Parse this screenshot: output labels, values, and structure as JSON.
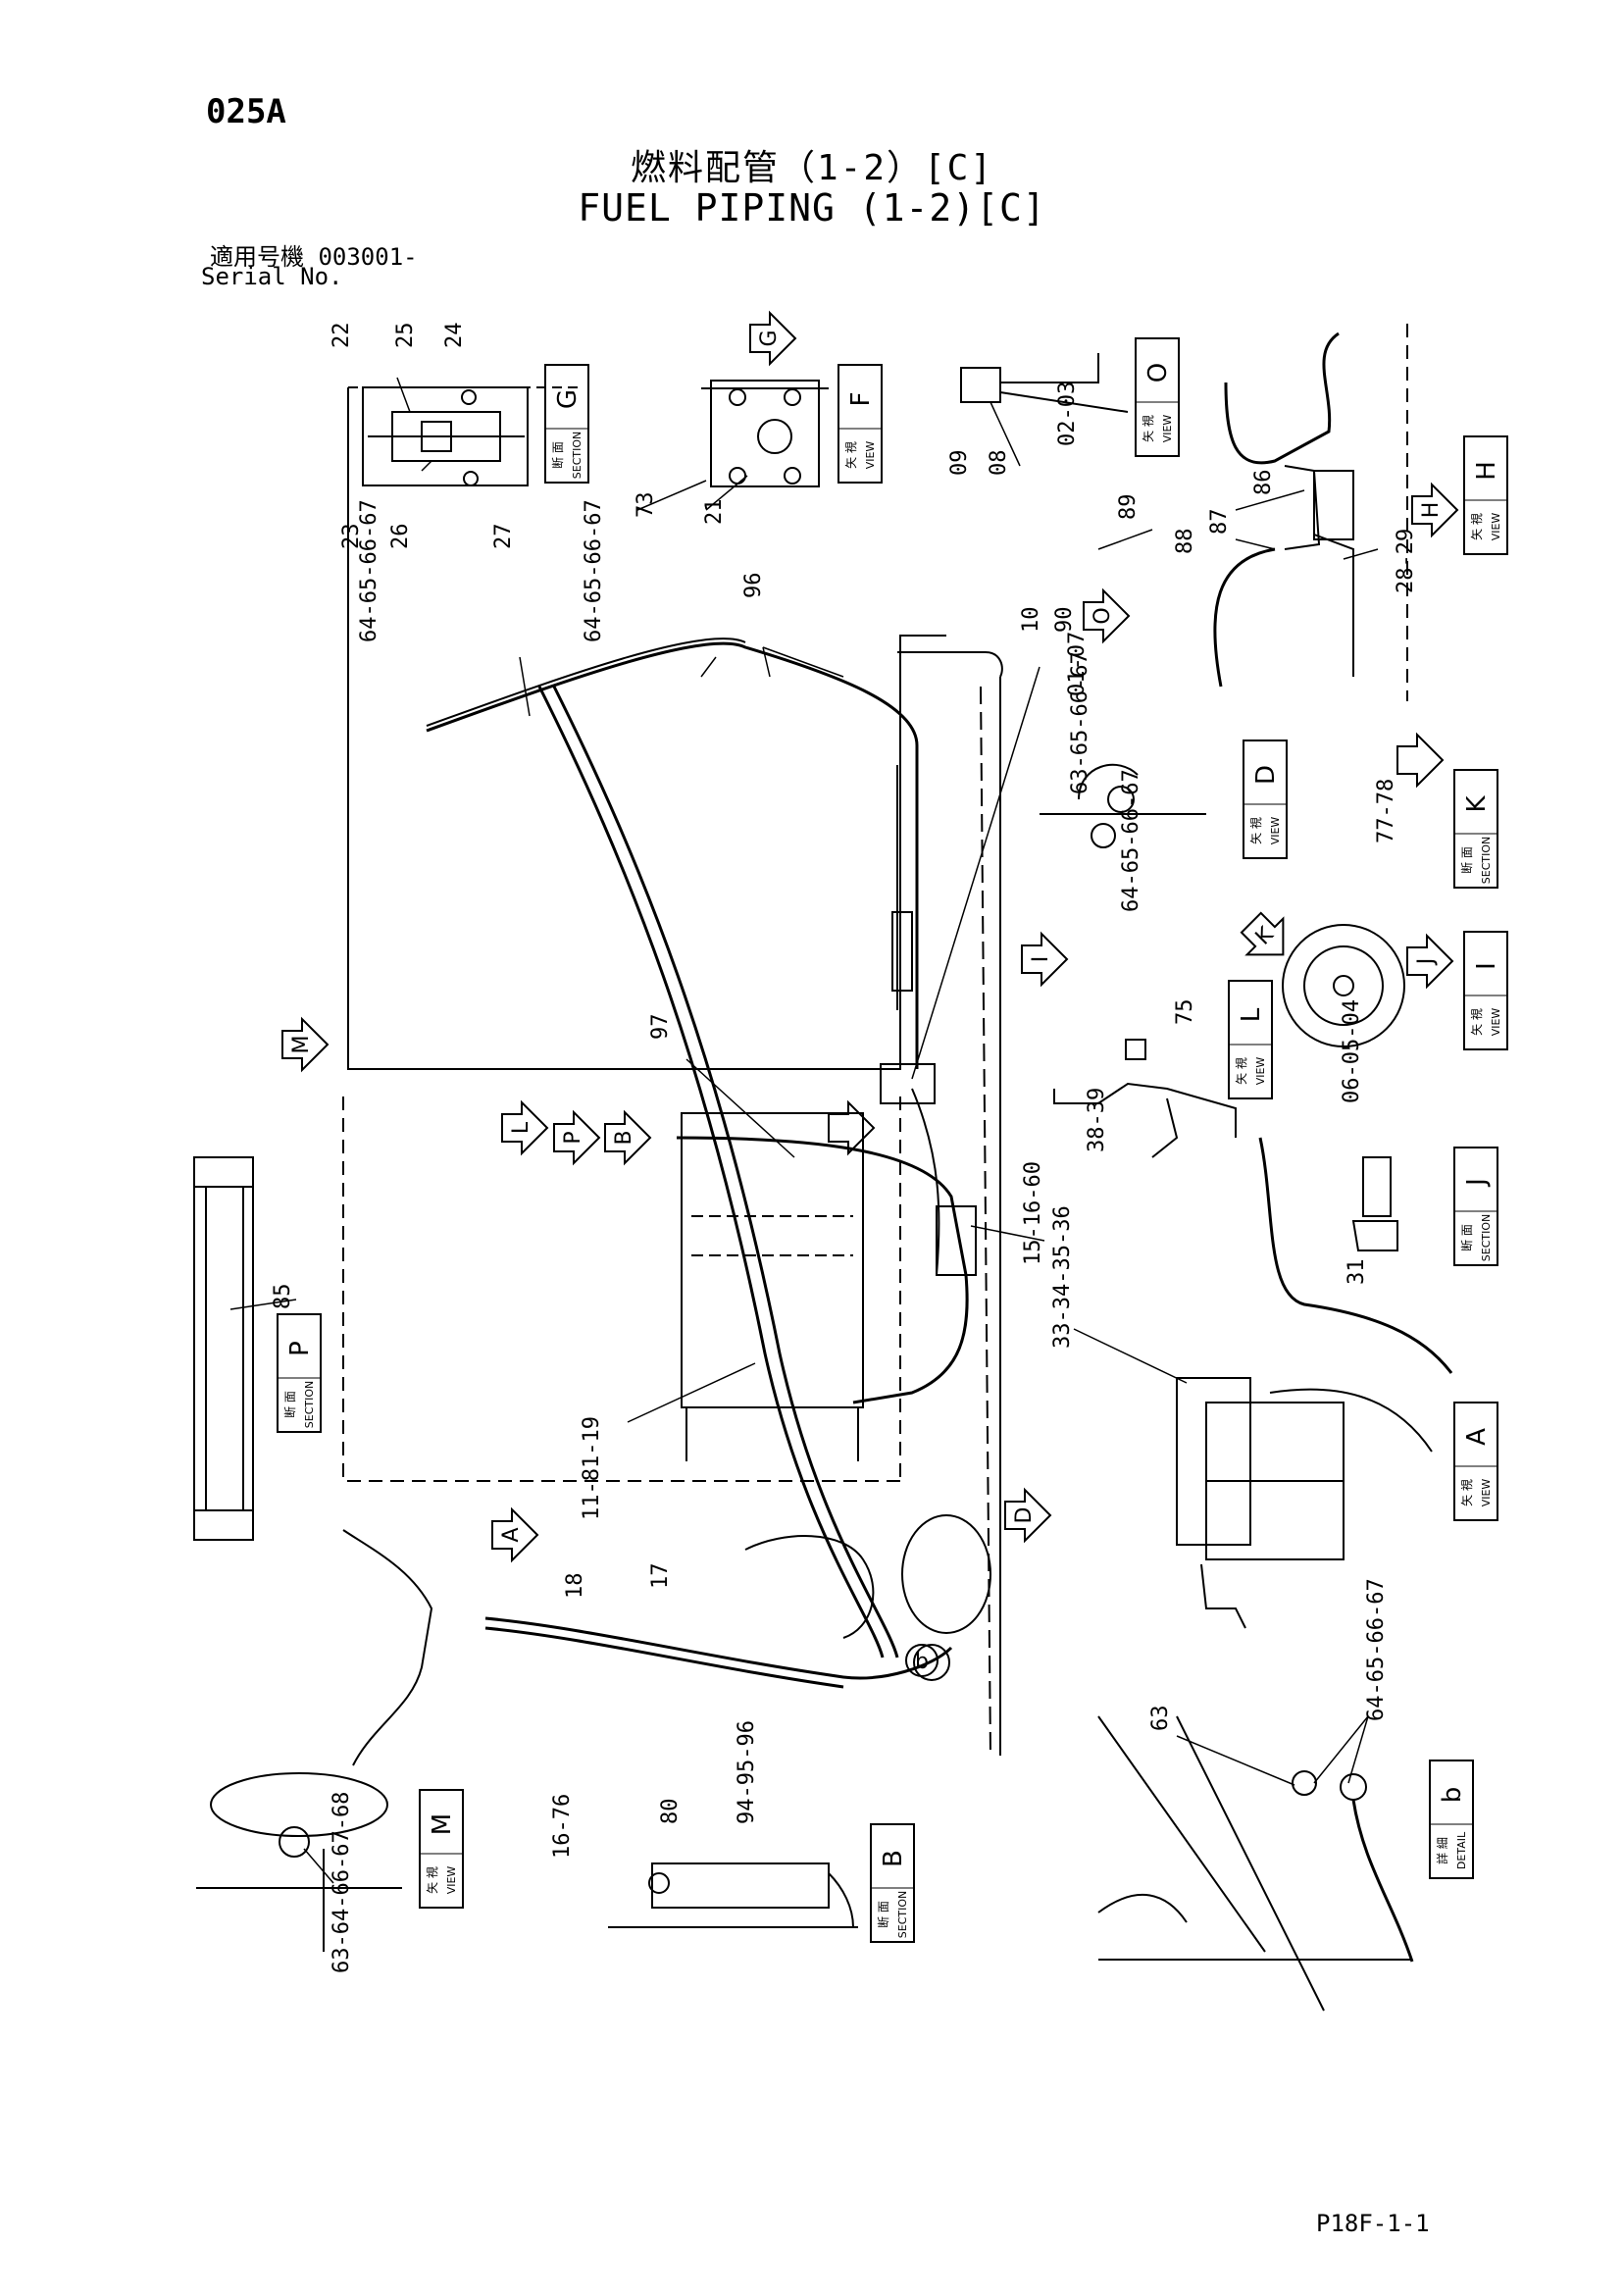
{
  "header": {
    "code": "025A",
    "title_jp": "燃料配管（1-2）[C]",
    "title_en": "FUEL PIPING (1-2)[C]",
    "serial_jp": "適用号機 003001-",
    "serial_en": "Serial No."
  },
  "footer": {
    "page_code": "P18F-1-1"
  },
  "view_boxes": [
    {
      "id": "G",
      "jp": "断 面",
      "en": "SECTION"
    },
    {
      "id": "F",
      "jp": "矢 視",
      "en": "VIEW"
    },
    {
      "id": "O",
      "jp": "矢 視",
      "en": "VIEW"
    },
    {
      "id": "H",
      "jp": "矢 視",
      "en": "VIEW"
    },
    {
      "id": "D",
      "jp": "矢 視",
      "en": "VIEW"
    },
    {
      "id": "K",
      "jp": "断 面",
      "en": "SECTION"
    },
    {
      "id": "I",
      "jp": "矢 視",
      "en": "VIEW"
    },
    {
      "id": "L",
      "jp": "矢 視",
      "en": "VIEW"
    },
    {
      "id": "J",
      "jp": "断 面",
      "en": "SECTION"
    },
    {
      "id": "P",
      "jp": "断 面",
      "en": "SECTION"
    },
    {
      "id": "A",
      "jp": "矢 視",
      "en": "VIEW"
    },
    {
      "id": "b",
      "jp": "詳 細",
      "en": "DETAIL"
    },
    {
      "id": "M",
      "jp": "矢 視",
      "en": "VIEW"
    },
    {
      "id": "B",
      "jp": "断 面",
      "en": "SECTION"
    }
  ],
  "view_arrows": [
    "G",
    "O",
    "H",
    "I",
    "D",
    "K",
    "J",
    "M",
    "L",
    "P",
    "B",
    "A",
    "D",
    "b"
  ],
  "callouts": [
    "22",
    "25",
    "24",
    "23",
    "26",
    "27",
    "73",
    "21",
    "09",
    "08",
    "02-03",
    "86",
    "87",
    "88",
    "89",
    "28-29",
    "10",
    "90",
    "64-65-66-67",
    "64-65-66-67",
    "96",
    "01-07",
    "63-65-66-67",
    "64-65-66-67",
    "77-78",
    "97",
    "75",
    "06-05-04",
    "38-39",
    "31",
    "15-16-60",
    "33-34-35-36",
    "85",
    "11-81-19",
    "18",
    "17",
    "63",
    "64-65-66-67",
    "80",
    "94-95-96",
    "16-76",
    "63-64-66-67-68"
  ]
}
